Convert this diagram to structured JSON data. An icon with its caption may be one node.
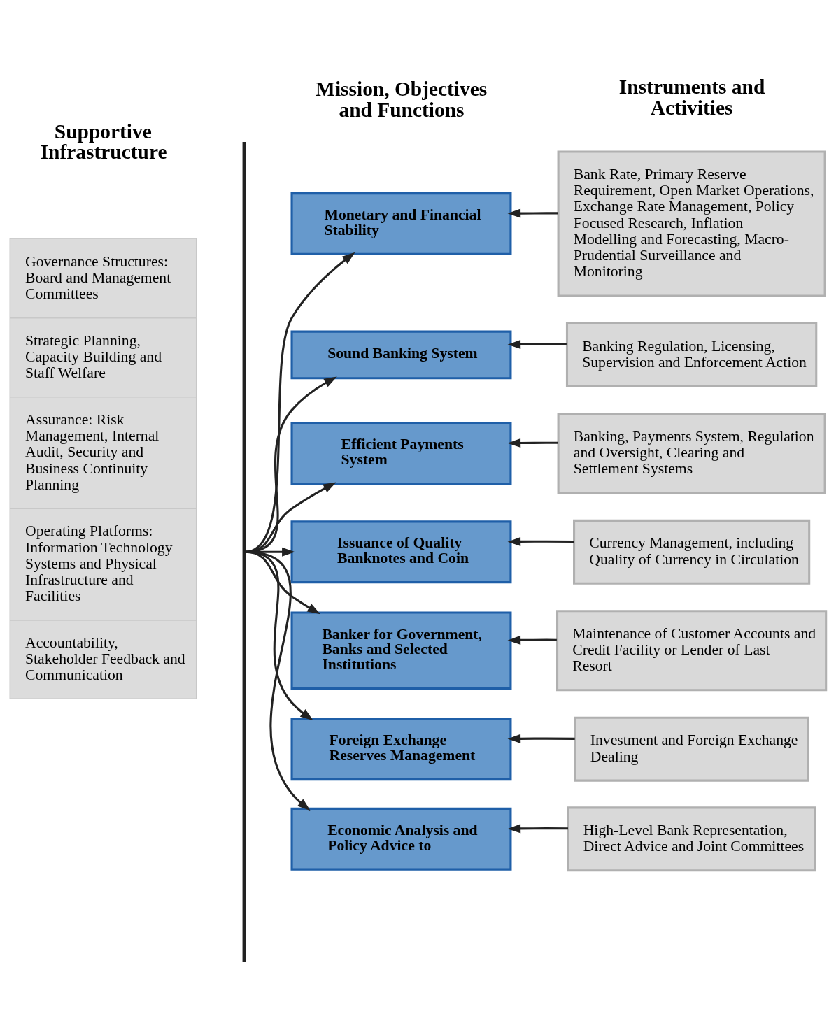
{
  "diagram": {
    "nodes": [
      {
        "text": [
          "Governance Structures: Board and Management Committees",
          "Strategic Planning, Capacity Building and Staff Welfare",
          "Assurance: Risk Management, Internal Audit, Security and Business Continuity Planning",
          "Operating Platforms: Information Technology Systems and Physical Infrastructure and Facilities",
          "Accountability, Stakeholder Feedback and Communication"
        ]
      },
      {
        "text": [],
        "shape": "bar"
      },
      {
        "text": [
          "Monetary and Financial Stability"
        ]
      },
      {
        "text": [
          "Sound Banking System"
        ]
      },
      {
        "text": [
          "Efficient Payments System"
        ]
      },
      {
        "text": [
          "Issuance of Quality Banknotes and Coin"
        ]
      },
      {
        "text": [
          "Banker for Government, Banks and Selected Institutions"
        ]
      },
      {
        "text": [
          "Foreign Exchange Reserves Management"
        ]
      },
      {
        "text": [
          "Economic Analysis and Policy Advice to"
        ]
      },
      {
        "text": [
          "Bank Rate, Primary Reserve Requirement, Open Market Operations, Exchange Rate Management, Policy Focused Research, Inflation Modelling and Forecasting, Macro-Prudential Surveillance and Monitoring"
        ]
      },
      {
        "text": [
          "Banking Regulation, Licensing, Supervision and Enforcement Action"
        ]
      },
      {
        "text": [
          "Banking, Payments System, Regulation and Oversight, Clearing and Settlement Systems"
        ]
      },
      {
        "text": [
          "Currency Management, including Quality of Currency in Circulation"
        ]
      },
      {
        "text": [
          "Maintenance of Customer Accounts and Credit Facility or Lender of Last Resort"
        ]
      },
      {
        "text": [
          "Investment and Foreign Exchange Dealing"
        ]
      },
      {
        "text": [
          "High-Level Bank Representation, Direct Advice and Joint Committees"
        ]
      }
    ],
    "edges": [
      {
        "from": 1,
        "to": 2,
        "arrow": "to"
      },
      {
        "from": 1,
        "to": 3,
        "arrow": "to"
      },
      {
        "from": 1,
        "to": 4,
        "arrow": "to"
      },
      {
        "from": 1,
        "to": 5,
        "arrow": "to"
      },
      {
        "from": 1,
        "to": 6,
        "arrow": "to"
      },
      {
        "from": 1,
        "to": 7,
        "arrow": "to"
      },
      {
        "from": 1,
        "to": 8,
        "arrow": "to"
      },
      {
        "from": 9,
        "to": 2,
        "arrow": "to"
      },
      {
        "from": 10,
        "to": 3,
        "arrow": "to"
      },
      {
        "from": 11,
        "to": 4,
        "arrow": "to"
      },
      {
        "from": 12,
        "to": 5,
        "arrow": "to"
      },
      {
        "from": 13,
        "to": 6,
        "arrow": "to"
      },
      {
        "from": 14,
        "to": 7,
        "arrow": "to"
      },
      {
        "from": 15,
        "to": 8,
        "arrow": "to"
      }
    ],
    "labels": [
      "Supportive Infrastructure",
      "Mission, Objectives and Functions",
      "Instruments and Activities"
    ]
  }
}
